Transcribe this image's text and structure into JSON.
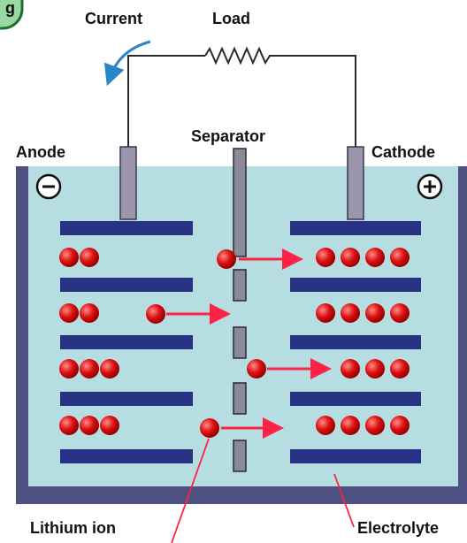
{
  "labels": {
    "current": "Current",
    "load": "Load",
    "separator": "Separator",
    "anode": "Anode",
    "cathode": "Cathode",
    "lithium_ion": "Lithium ion",
    "electrolyte": "Electrolyte",
    "corner_badge": "g"
  },
  "terminals": {
    "anode_sign": "−",
    "cathode_sign": "+"
  },
  "colors": {
    "case": "#4d5080",
    "electrolyte": "#b6dde2",
    "plate": "#283282",
    "ion": "#dd1111",
    "arrow": "#ff2244",
    "current_arrow": "#2b86c8",
    "separator": "#8b8b97",
    "terminal": "#9b96ad",
    "badge": "#9ad9a2"
  },
  "icons": [
    "minus-sign-icon",
    "plus-sign-icon",
    "resistor-icon",
    "current-arrow-icon"
  ],
  "ions": {
    "anode_rows": [
      2,
      2,
      3,
      3
    ],
    "cathode_rows": [
      4,
      4,
      3,
      4
    ]
  }
}
